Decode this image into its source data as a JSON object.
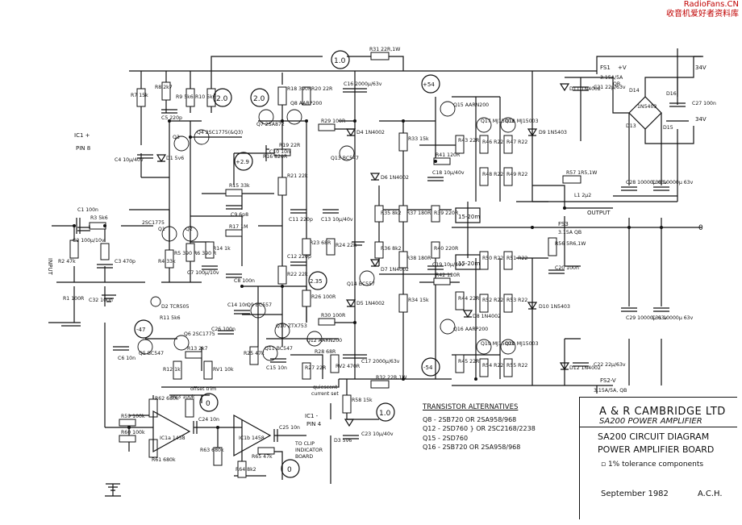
{
  "watermark": [
    "RadioFans.CN",
    "收音机爱好者资料库"
  ],
  "title_block": {
    "company": "A & R CAMBRIDGE LTD",
    "product": "SA200 POWER AMPLIFIER",
    "line1": "SA200 CIRCUIT DIAGRAM",
    "line2": "POWER AMPLIFIER BOARD",
    "note": "▫ 1% tolerance components",
    "date": "September 1982",
    "author": "A.C.H."
  },
  "transistor_alternatives": {
    "title": "TRANSISTOR ALTERNATIVES",
    "items": [
      "Q8 - 2SB720 OR 2SA958/968",
      "Q12 - 2SD760 } OR 2SC2168/2238",
      "Q15 - 2SD760",
      "Q16 - 2SB720 OR 2SA958/968"
    ]
  },
  "io_labels": {
    "ic1_plus": "IC1 +",
    "pin8": "PIN 8",
    "input": "INPUT",
    "output": "OUTPUT",
    "zero": "0",
    "fs1": "FS1",
    "fs1_plus": "+V",
    "fs1_rating": "3.15A/5A",
    "fs1_qb": "QB",
    "fs2": "FS2-V",
    "fs2_rating": "3.15A/5A, QB",
    "fs3": "FS3",
    "fs3_rating": "3.15A QB",
    "v34a": "34V",
    "v34b": "34V",
    "ic1_minus": "IC1 -",
    "pin4": "PIN 4",
    "to_clip_1": "TO CLIP",
    "to_clip_2": "INDICATOR",
    "to_clip_3": "BOARD",
    "offset_trim": "offset trim",
    "quiescent_1": "quiescent",
    "quiescent_2": "current set"
  },
  "test_points": [
    "1.0",
    "2.0",
    "2.0",
    "+2.9",
    "+54",
    "2.35",
    "-47",
    "-54",
    "0",
    "0",
    "1.0"
  ],
  "boxed_values": [
    "15-20m",
    "15-20m"
  ],
  "components": {
    "resistors": [
      "R1 100R",
      "R2 47k",
      "R3 5k6",
      "R4 33k",
      "R5 390 R",
      "R6 390 R",
      "R7 15k",
      "R8 2k7",
      "R9 5k6",
      "R10 5k6",
      "R11 5k6",
      "R12 1k",
      "R13 2k7",
      "R14 1k",
      "R15 33k",
      "R16 820R",
      "R17 1M",
      "R18 390R",
      "R19 22R",
      "R20 22R",
      "R21 22k",
      "R22 22k",
      "R23 68R",
      "R24 22R",
      "R25 47k",
      "R26 100R",
      "R27 22R",
      "R28 68R",
      "R29 100R",
      "R30 100R",
      "R31 22R,1W",
      "R32 22R,1W",
      "R33 15k",
      "R34 15k",
      "R35 8k2",
      "R36 8k2",
      "R37 180R",
      "R38 180R",
      "R39 220R",
      "R40 220R",
      "R41 120R",
      "R42 120R",
      "R43 22R",
      "R44 22R",
      "R45 22R",
      "R46 R22",
      "R47 R22",
      "R48 R22",
      "R49 R22",
      "R50 R22",
      "R51 R22",
      "R52 R22",
      "R53 R22",
      "R54 R22",
      "R55 R22",
      "R56 5R6,1W",
      "R57 1R5,1W",
      "R58 15k",
      "R59 100k",
      "R60 100k",
      "R61 680k",
      "R62 680k",
      "R63 680k",
      "R64 8k2",
      "R65 47k",
      "RV1 10k",
      "RV2 470R",
      "RV3 100k"
    ],
    "capacitors": [
      "C1 100n",
      "C2 100µ/10v",
      "C3 470p",
      "C4 10µ/40v",
      "C5 220p",
      "C6 10n",
      "C7 100µ/10v",
      "C8 100n",
      "C9 6p8",
      "C10 10n",
      "C11 220p",
      "C12 220p",
      "C13 10µ/40v",
      "C14 10n",
      "C15 10n",
      "C16 2000µ/63v",
      "C17 2000µ/63v",
      "C18 10µ/40v",
      "C19 10µ/40v",
      "C20 100n",
      "C21 22µ/63v",
      "C22 22µ/63v",
      "C23 10µ/40v",
      "C24 10n",
      "C25 10n",
      "C26 100n",
      "C27 100n",
      "C28 10000µ 63v",
      "C29 10000µ 63v",
      "C30 10000µ 63v",
      "C31 10000µ 63v",
      "C32 100n"
    ],
    "transistors": [
      "Q1",
      "Q2",
      "2SC1775",
      "Q3",
      "Q4 2SC1775(&Q3)",
      "Q5 BC547",
      "Q6 2SC1775",
      "Q7 2SA872",
      "Q8 AARP200",
      "Q9 BC557",
      "Q10 ZTX753",
      "Q11 BC547",
      "Q12 AARN200",
      "Q13 BC547",
      "Q14 BC557",
      "Q15 AARN200",
      "Q16 AARP200",
      "Q17 MJ15003",
      "Q18 MJ15003",
      "Q19 MJ15003",
      "Q20 MJ15003"
    ],
    "diodes": [
      "D1 5v6",
      "D2 TCR505",
      "D3 5v6",
      "D4 1N4002",
      "D5 1N4002",
      "D6 1N4002",
      "D7 1N4002",
      "D8 1N4002",
      "D9 1N5403",
      "D10 1N5403",
      "D11 1N4002",
      "D12 1N4002",
      "D13",
      "D14",
      "D15",
      "D16",
      "1N5403"
    ],
    "ics": [
      "IC1a 1458",
      "IC1b 1458"
    ],
    "inductors": [
      "L1 2µ2"
    ]
  }
}
